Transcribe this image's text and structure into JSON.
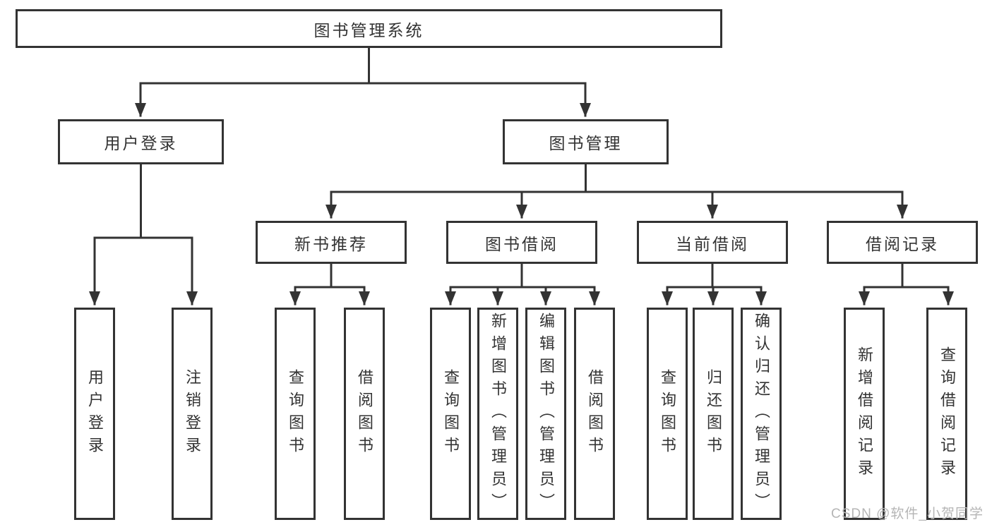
{
  "diagram": {
    "root": {
      "label": "图书管理系统"
    },
    "branches": [
      {
        "label": "用户登录",
        "children": [
          {
            "label": "用户登录"
          },
          {
            "label": "注销登录"
          }
        ]
      },
      {
        "label": "图书管理",
        "children": [
          {
            "label": "新书推荐",
            "children": [
              {
                "label": "查询图书"
              },
              {
                "label": "借阅图书"
              }
            ]
          },
          {
            "label": "图书借阅",
            "children": [
              {
                "label": "查询图书"
              },
              {
                "label": "新增图书（管理员）"
              },
              {
                "label": "编辑图书（管理员）"
              },
              {
                "label": "借阅图书"
              }
            ]
          },
          {
            "label": "当前借阅",
            "children": [
              {
                "label": "查询图书"
              },
              {
                "label": "归还图书"
              },
              {
                "label": "确认归还（管理员）"
              }
            ]
          },
          {
            "label": "借阅记录",
            "children": [
              {
                "label": "新增借阅记录"
              },
              {
                "label": "查询借阅记录"
              }
            ]
          }
        ]
      }
    ]
  },
  "watermark": {
    "text": "CSDN @软件_小贺同学"
  },
  "colors": {
    "line": "#333333",
    "box_border": "#333333",
    "text": "#333333",
    "background": "#ffffff",
    "watermark": "#b5b5b5"
  }
}
